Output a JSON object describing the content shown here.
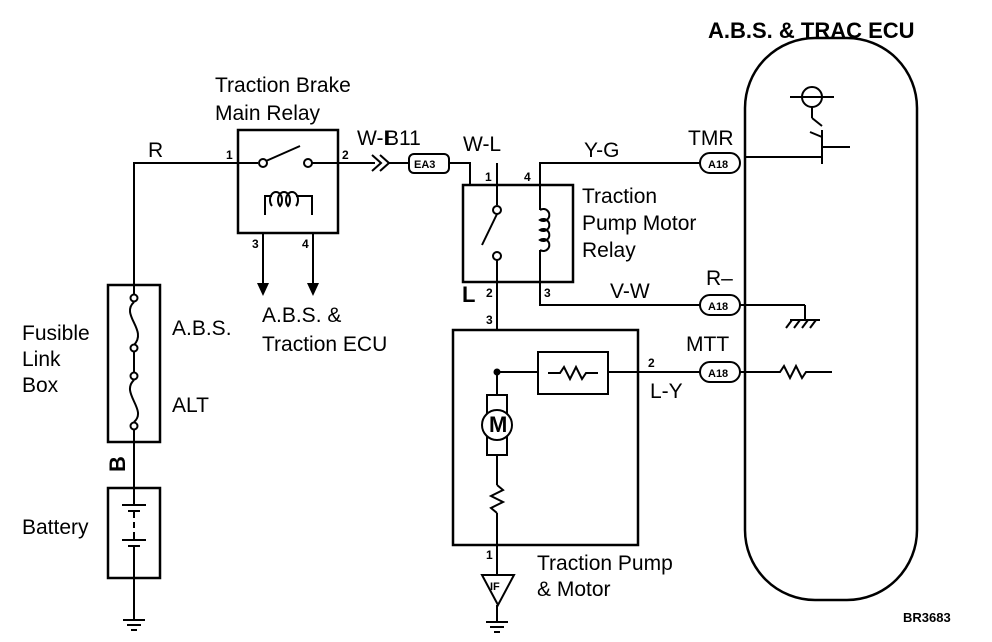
{
  "title": "A.B.S. & TRAC ECU",
  "drawing_code": "BR3683",
  "components": {
    "main_relay": {
      "line1": "Traction Brake",
      "line2": "Main Relay",
      "pin1": "1",
      "pin2": "2",
      "pin3": "3",
      "pin4": "4"
    },
    "pump_relay": {
      "line1": "Traction",
      "line2": "Pump Motor",
      "line3": "Relay",
      "pin1": "1",
      "pin2": "2",
      "pin3": "3",
      "pin4": "4"
    },
    "fusible_link": {
      "line1": "Fusible",
      "line2": "Link",
      "line3": "Box",
      "fuse1": "A.B.S.",
      "fuse2": "ALT"
    },
    "battery": {
      "label": "Battery"
    },
    "ground_ref": {
      "line1": "A.B.S. &",
      "line2": "Traction ECU"
    },
    "pump_motor": {
      "line1": "Traction Pump",
      "line2": "& Motor",
      "pin1": "1",
      "pin2": "2",
      "pin3": "3",
      "motor_symbol": "M"
    }
  },
  "wires": {
    "r": "R",
    "b": "B",
    "wl1": "W-L",
    "wl2": "W-L",
    "yg": "Y-G",
    "vw": "V-W",
    "ly": "L-Y"
  },
  "connectors": {
    "b11": "B11",
    "ea3": "EA3",
    "tmr_label": "TMR",
    "tmr_code": "A18",
    "r_minus_label": "R–",
    "r_minus_code": "A18",
    "mtt_label": "MTT",
    "mtt_code": "A18",
    "ground_if": "IF",
    "relay_mark": "L"
  }
}
